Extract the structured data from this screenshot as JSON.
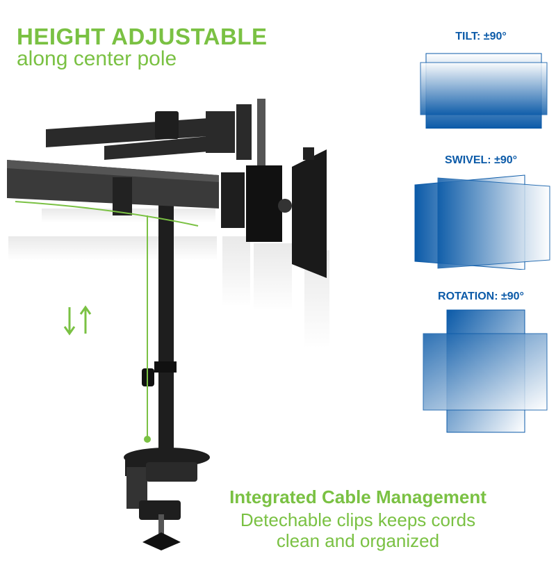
{
  "header": {
    "title": "HEIGHT ADJUSTABLE",
    "subtitle": "along center pole"
  },
  "features": {
    "tilt": "TILT: ±90°",
    "swivel": "SWIVEL: ±90°",
    "rotation": "ROTATION: ±90°"
  },
  "footer": {
    "title": "Integrated Cable Management",
    "line1": "Detechable clips keeps cords",
    "line2": "clean and organized"
  },
  "colors": {
    "accent_green": "#7ac143",
    "panel_blue": "#0b5aa8",
    "mount_black": "#1e1e1e"
  },
  "icons": [
    "up-down-arrows-icon",
    "monitor-mount-illustration",
    "tilt-panel-icon",
    "swivel-panel-icon",
    "rotation-panel-icon"
  ]
}
